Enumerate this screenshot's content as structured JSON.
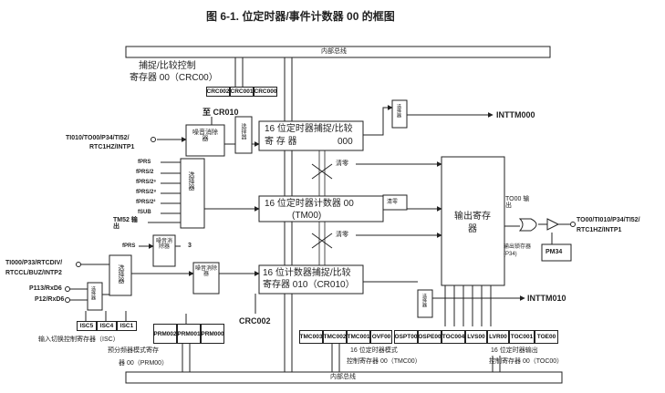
{
  "title": "图 6-1. 位定时器/事件计数器 00 的框图",
  "internal_bus_top": "内部总线",
  "internal_bus_bottom": "内部总线",
  "crc_label_1": "捕捉/比较控制",
  "crc_label_2": "寄存器 00（CRC00）",
  "crc_bits": [
    "CRC002",
    "CRC001",
    "CRC000"
  ],
  "to_cr010": "至 CR010",
  "pin_ti010": "TI010/TO00/P34/TI52/",
  "pin_rtc1hz": "RTC1HZ/INTP1",
  "noise_elim": "噪音消除器",
  "selector": "选择器",
  "clock_inputs": [
    "fPRS",
    "fPRS/2",
    "fPRS/2⁶",
    "fPRS/2⁸",
    "fPRS/2²",
    "fSUB"
  ],
  "tm52_output": "TM52 输出",
  "fprs": "fPRS",
  "num_3": "3",
  "pin_ti000_1": "TI000/P33/RTCDIV/",
  "pin_ti000_2": "RTCCL/BUZ/INTP2",
  "pin_p113": "P113/RxD6",
  "pin_p12": "P12/RxD6",
  "isc_bits": [
    "ISC5",
    "ISC4",
    "ISC1"
  ],
  "isc_label": "输入切换控制寄存器（ISC）",
  "cr000_box_1": "16 位定时器捕捉/比较",
  "cr000_box_2": "寄 存 器",
  "cr000_box_3": "000",
  "tm00_box_1": "16 位定时器计数器 00",
  "tm00_box_2": "(TM00)",
  "cr010_box_1": "16 位计数器捕捉/比较",
  "cr010_box_2": "寄存器 010（CR010）",
  "clear_1": "清零",
  "clear_2": "清零",
  "clear_3": "清零",
  "output_reg": "输出寄存器",
  "to00_output": "TO00 输出",
  "output_latch": "输出锁存器(P34)",
  "pm34": "PM34",
  "pin_to00_1": "TO00/TI010/P34/TI52/",
  "pin_to00_2": "RTC1HZ/INTP1",
  "intm000": "INTTM000",
  "intm010": "INTTM010",
  "crc002": "CRC002",
  "prm_bits": [
    "PRM002",
    "PRM001",
    "PRM000"
  ],
  "prm_label_1": "预分频器模式寄存",
  "prm_label_2": "器 00（PRM00）",
  "tmc_bits": [
    "TMC003",
    "TMC002",
    "TMC001",
    "OVF00"
  ],
  "tmc_label_1": "16 位定时器模式",
  "tmc_label_2": "控制寄存器 00（TMC00）",
  "toc_bits": [
    "OSPT00",
    "OSPE00",
    "TOC004",
    "LVS00",
    "LVR00",
    "TOC001",
    "TOE00"
  ],
  "toc_label_1": "16 位定时器输出",
  "toc_label_2": "控制寄存器 00（TOC00）"
}
